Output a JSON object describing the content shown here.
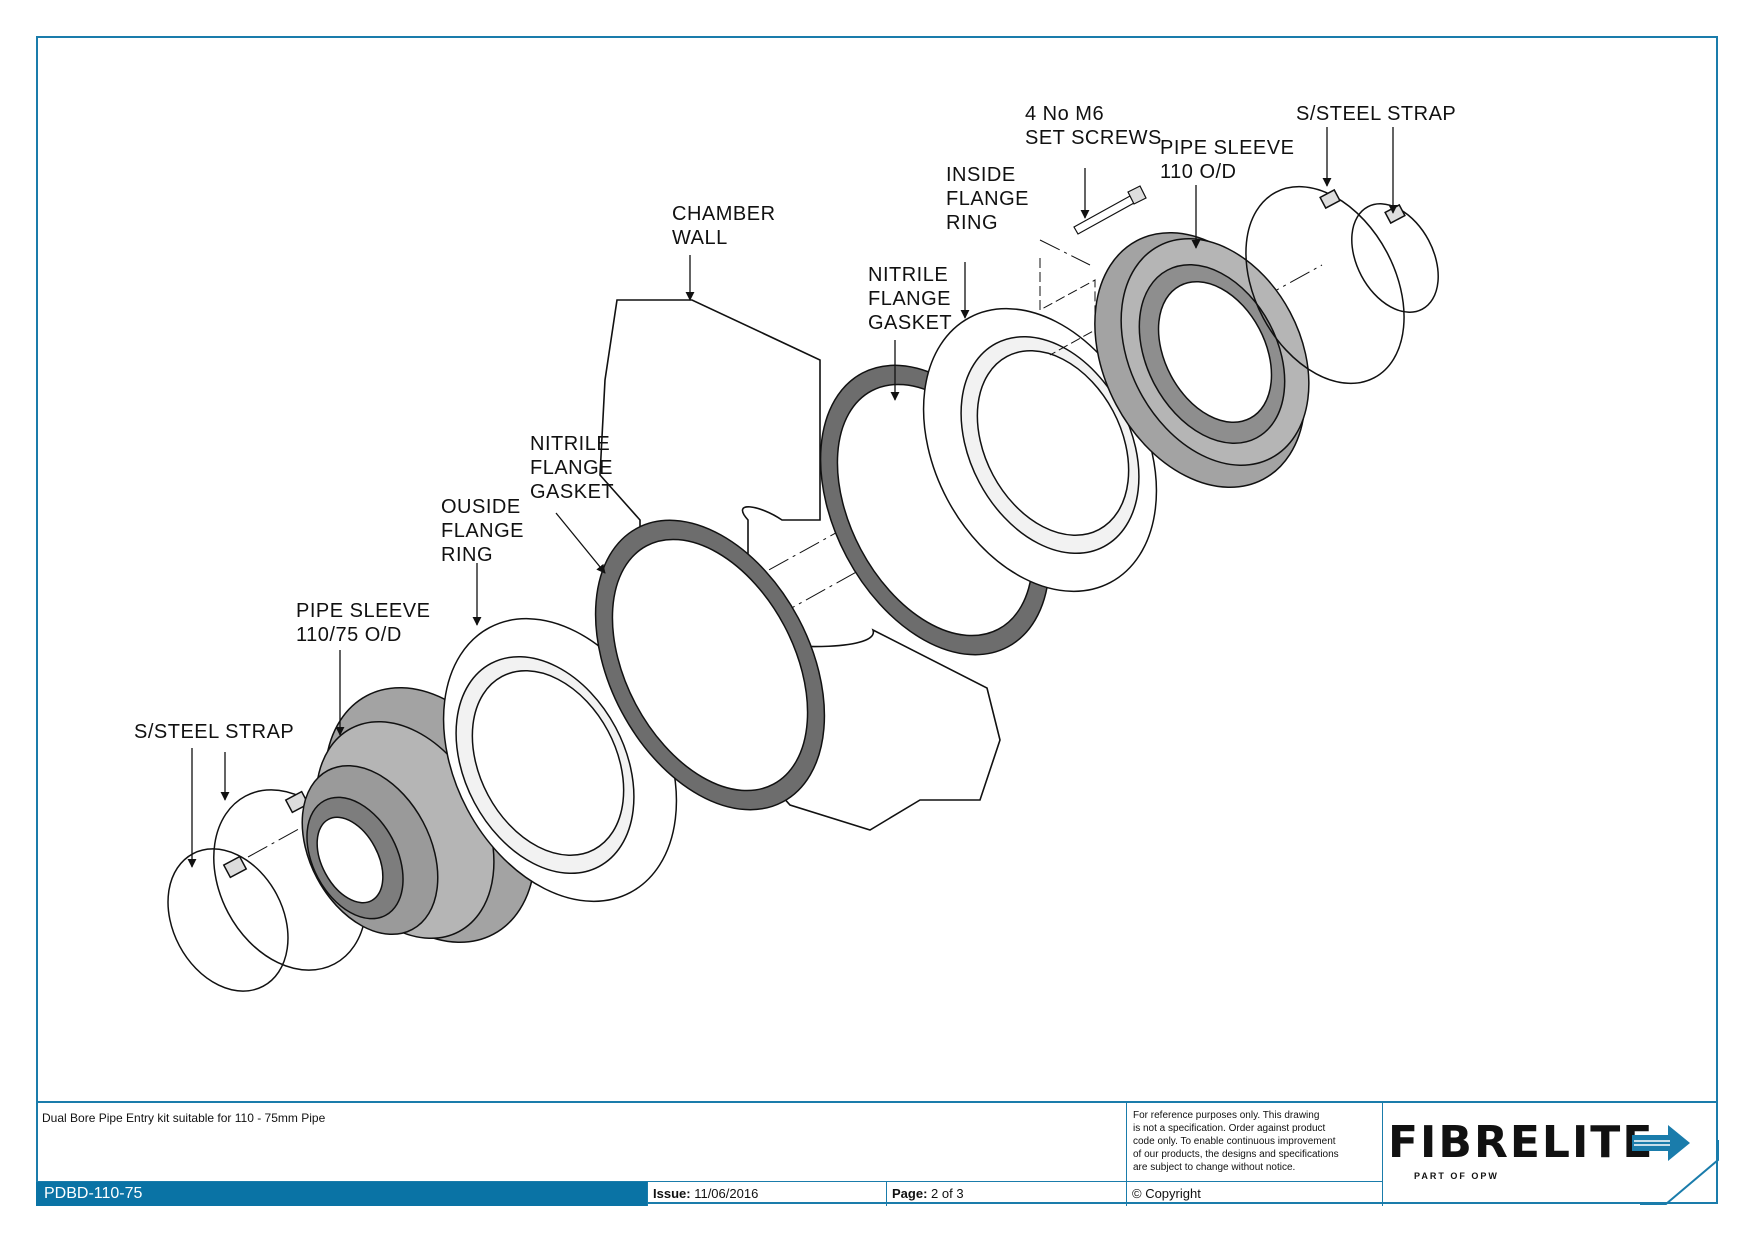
{
  "labels": {
    "strap_left": "S/STEEL STRAP",
    "sleeve_left_1": "PIPE SLEEVE",
    "sleeve_left_2": "110/75 O/D",
    "outside_ring_1": "OUSIDE",
    "outside_ring_2": "FLANGE",
    "outside_ring_3": "RING",
    "gasket_left_1": "NITRILE",
    "gasket_left_2": "FLANGE",
    "gasket_left_3": "GASKET",
    "chamber_1": "CHAMBER",
    "chamber_2": "WALL",
    "gasket_right_1": "NITRILE",
    "gasket_right_2": "FLANGE",
    "gasket_right_3": "GASKET",
    "inside_ring_1": "INSIDE",
    "inside_ring_2": "FLANGE",
    "inside_ring_3": "RING",
    "screws_1": "4 No M6",
    "screws_2": "SET SCREWS",
    "sleeve_right_1": "PIPE SLEEVE",
    "sleeve_right_2": "110 O/D",
    "strap_right": "S/STEEL STRAP"
  },
  "title_block": {
    "description": "Dual Bore Pipe Entry kit suitable for 110 - 75mm Pipe",
    "note_lines": [
      "For reference purposes only. This drawing",
      "is not a specification. Order against product",
      "code only.  To enable continuous improvement",
      "of our products, the designs and specifications",
      "are subject to change without notice."
    ],
    "product_code": "PDBD-110-75",
    "issue_label": "Issue:",
    "issue_value": "11/06/2016",
    "page_label": "Page:",
    "page_value": "2 of 3",
    "copyright": "© Copyright",
    "logo": "FIBRELITE",
    "logo_sub": "PART OF OPW"
  },
  "colors": {
    "frame_blue": "#1a7cab",
    "code_bar": "#0a73a5",
    "gasket_dark": "#6a6a6a",
    "sleeve_grey": "#9c9c9c"
  }
}
